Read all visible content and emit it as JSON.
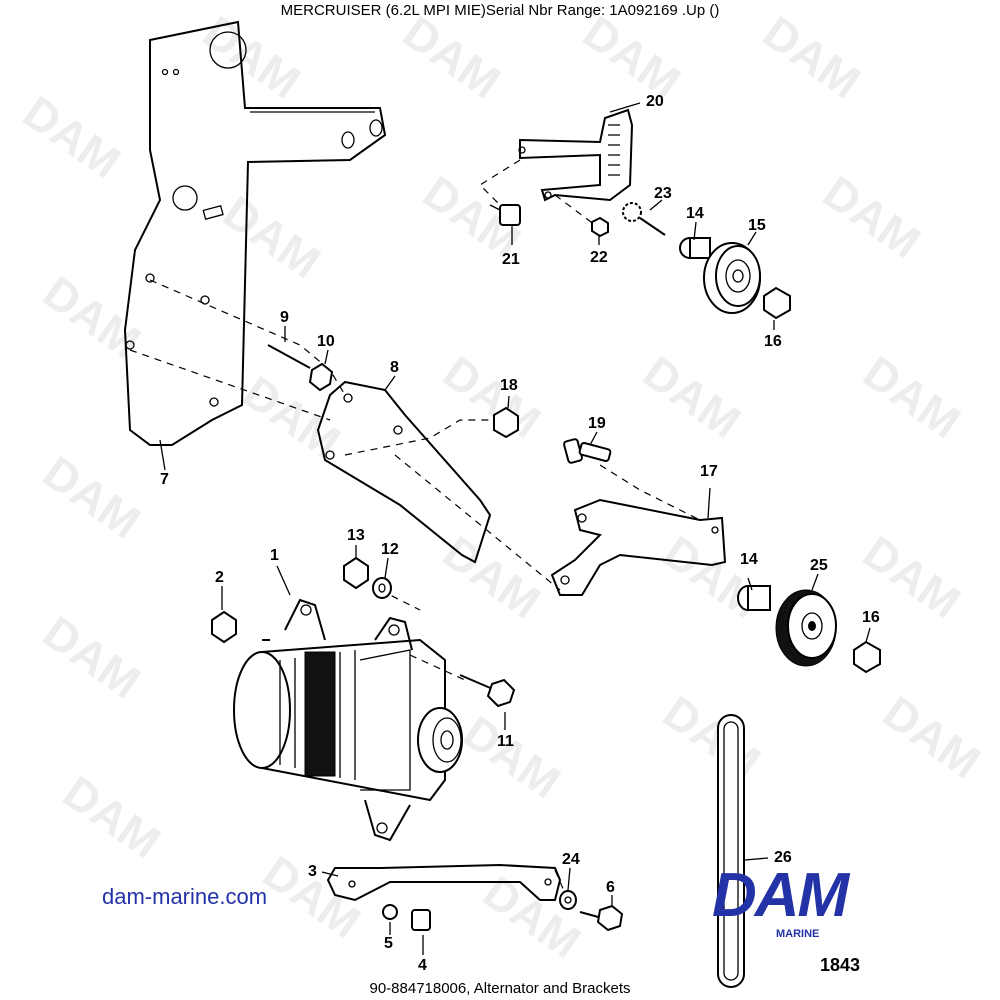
{
  "header": {
    "title": "MERCRUISER (6.2L MPI MIE)Serial Nbr Range: 1A092169 .Up ()"
  },
  "footer": {
    "caption": "90-884718006, Alternator and Brackets",
    "diagram_code": "1843",
    "website": "dam-marine.com"
  },
  "logo": {
    "text": "DAM",
    "subtitle": "MARINE",
    "color": "#2432a8"
  },
  "watermark": {
    "text": "DAM"
  },
  "callouts": [
    "1",
    "2",
    "3",
    "4",
    "5",
    "6",
    "7",
    "8",
    "9",
    "10",
    "11",
    "12",
    "13",
    "14",
    "14",
    "15",
    "16",
    "16",
    "17",
    "18",
    "19",
    "20",
    "21",
    "22",
    "23",
    "24",
    "25",
    "26"
  ]
}
